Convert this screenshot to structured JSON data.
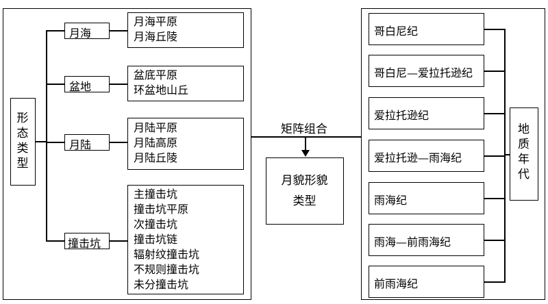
{
  "left_panel": {
    "root_label": [
      "形",
      "态",
      "类",
      "型"
    ],
    "categories": [
      {
        "label": "月海",
        "items": [
          "月海平原",
          "月海丘陵"
        ]
      },
      {
        "label": "盆地",
        "items": [
          "盆底平原",
          "环盆地山丘"
        ]
      },
      {
        "label": "月陆",
        "items": [
          "月陆平原",
          "月陆高原",
          "月陆丘陵"
        ]
      },
      {
        "label": "撞击坑",
        "items": [
          "主撞击坑",
          "撞击坑平原",
          "次撞击坑",
          "撞击坑链",
          "辐射纹撞击坑",
          "不规则撞击坑",
          "未分撞击坑"
        ]
      }
    ]
  },
  "center": {
    "connector_label": "矩阵组合",
    "result_lines": [
      "月貌形貌",
      "类型"
    ]
  },
  "right_panel": {
    "periods": [
      "哥白尼纪",
      "哥白尼—爱拉托逊纪",
      "爱拉托逊纪",
      "爱拉托逊—雨海纪",
      "雨海纪",
      "雨海—前雨海纪",
      "前雨海纪"
    ],
    "root_label": [
      "地",
      "质",
      "年",
      "代"
    ]
  }
}
